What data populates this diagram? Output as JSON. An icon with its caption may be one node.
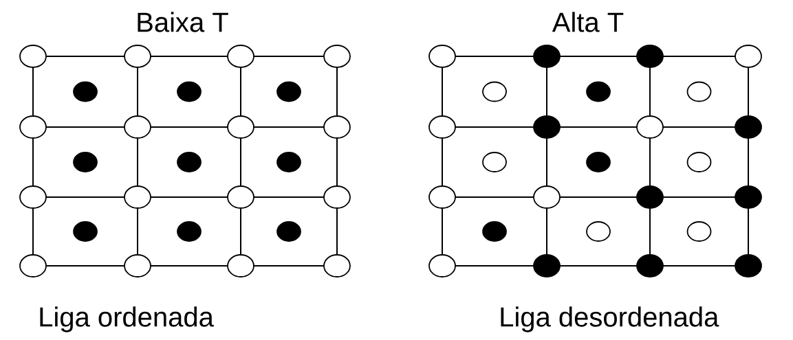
{
  "diagram": {
    "labels": [
      "Baixa T",
      "Alta T",
      "Liga ordenada",
      "Liga desordenada"
    ]
  }
}
